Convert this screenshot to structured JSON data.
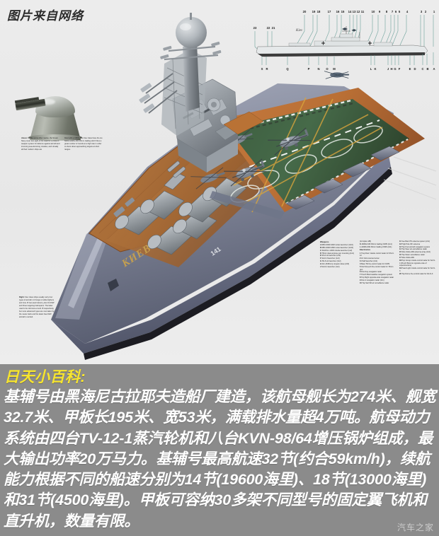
{
  "watermarks": {
    "top_left": "图片来自网络",
    "bottom_right": "汽车之家"
  },
  "illustration": {
    "subject": "Soviet Kiev-class aircraft carrier cutaway",
    "hull_name": "КИЕВ",
    "hull_number": "141",
    "inset_caption": {
      "lead": "Above:",
      "col1": "Unlike some other navies, the Soviet Navy never lost sight of the need for a close-in weapon system for defence against aircraft and incoming sea-skimming missiles, and virtually all their modern ships are",
      "col2": "fitted with a CIWS. The Kiev class have the six-barrel ADMG-630 30mm Gatling which fires a great number of rounds at a high rate in order to shoot down approaching targets at short ranges."
    },
    "right_caption": {
      "lead": "Right:",
      "text": "Kiev class ships usually carry four types of aircraft, 12 Forger-A strike fighters and nine -B two-seat trainers, plus 16 ASW and three targeting helicopters. The latter used to be Hormone-A and -B respectively, but more advanced types are now taken by the newer Helix and the latest has ASW aircraft is carried."
    },
    "profile_diagram": {
      "label": "Kiev",
      "top_numbers": [
        "20",
        "19",
        "18",
        "17",
        "16",
        "15",
        "14",
        "13",
        "12",
        "11",
        "10",
        "9",
        "8",
        "7",
        "6",
        "5",
        "4",
        "3",
        "2",
        "1"
      ],
      "bottom_letters": [
        "S",
        "R",
        "Q",
        "P",
        "N",
        "O",
        "M",
        "L",
        "K",
        "J",
        "H",
        "G",
        "F",
        "E",
        "D",
        "C",
        "B",
        "A"
      ]
    },
    "legend": {
      "col1": {
        "head": "Weapons",
        "items": [
          {
            "key": "A",
            "text": "RBU-6000 ASW rocket launcher (1x16)"
          },
          {
            "key": "B",
            "text": "RBU-6000 ASW rocket launcher (1x16)"
          },
          {
            "key": "C",
            "text": "SUW-N-1 ASW missile launcher (1x2)"
          },
          {
            "key": "D",
            "text": "76mm dual-purpose gun mounting (1x2)"
          },
          {
            "key": "E",
            "text": "SS-N-12 launcher (2x2)"
          },
          {
            "key": "F",
            "text": "SA-N-3 launcher (1x2)"
          },
          {
            "key": "G",
            "text": "SS-N-12 launcher (2x2)"
          },
          {
            "key": "H",
            "text": "21in (533mm) torpedo tubes (2x5)"
          },
          {
            "key": "J",
            "text": "SA-N-4 launcher (1x2)"
          }
        ]
      },
      "col2": {
        "head_items": [
          {
            "key": "",
            "text": "(12 Aplus 1/B)"
          },
          {
            "key": "K",
            "text": "ADMG-630 30mm Gatling CIWS (2x1)"
          },
          {
            "key": "L",
            "text": "ADMG-630 30mm Gatling CIWS (2x1)"
          }
        ],
        "head": "Electronics",
        "items": [
          {
            "key": "1",
            "text": "Trap Door missile control radar for SS-N-12"
          },
          {
            "key": "2",
            "text": "LF hull-mounted sonar"
          },
          {
            "key": "3",
            "text": "Chaff launcher (2x1)"
          },
          {
            "key": "4",
            "text": "Bass Tilt fire-control radar for CIWS"
          },
          {
            "key": "5",
            "text": "Owl Screech fire-control radar for 76mm gun"
          },
          {
            "key": "6",
            "text": "Don-Kay navigation radar"
          },
          {
            "key": "7",
            "text": "Punch Bowl satellite navigation system"
          },
          {
            "key": "8",
            "text": "Top Flight opposite-side navigation radar"
          },
          {
            "key": "9",
            "text": "Don-2 navigation radar (2x1)"
          },
          {
            "key": "10",
            "text": "Top Sail SD air surveillance radar"
          }
        ]
      },
      "col3": {
        "items": [
          {
            "key": "11",
            "text": "Vee Bars HF antenna system (2x1)"
          },
          {
            "key": "12",
            "text": "High Pole IFF antenna"
          },
          {
            "key": "13",
            "text": "Top Knot aircraft navigation system"
          },
          {
            "key": "14",
            "text": "Top Steer air-surveillance radar"
          },
          {
            "key": "15",
            "text": "Side Globe EW antenna array (4x2)"
          },
          {
            "key": "16",
            "text": "Top Sister surveillance radar"
          },
          {
            "key": "17",
            "text": "Side Globe EW"
          },
          {
            "key": "18",
            "text": "Pop Group missile control radar for SA-N-4 (Punch Bowl on opposite side of superstructure)"
          },
          {
            "key": "19",
            "text": "Head Light missile control radar for SA-N-3"
          },
          {
            "key": "20",
            "text": "Top Dome fire-control radar for SA-N-3"
          }
        ]
      }
    }
  },
  "article": {
    "heading": "日天小百科:",
    "paragraph": "基辅号由黑海尼古拉耶夫造船厂建造，该航母舰长为274米、舰宽32.7米、甲板长195米、宽53米，满载排水量超4万吨。航母动力系统由四台TV-12-1蒸汽轮机和八台KVN-98/64增压锅炉组成，最大输出功率20万马力。基辅号最高航速32节(约合59km/h)，续航能力根据不同的船速分别为14节(19600海里)、18节(13000海里)和31节(4500海里)。甲板可容纳30多架不同型号的固定翼飞机和直升机，数量有限。"
  },
  "colors": {
    "panel_bg": "#e9e9e9",
    "text_bg": "#8b8b8b",
    "heading_yellow": "#f7e52e",
    "body_white": "#ffffff",
    "deck_green": "#3c5a3e",
    "deck_orange": "#c87a3c",
    "hull_blue": "#6a6f85",
    "superstructure_gray": "#9aa0a6"
  }
}
